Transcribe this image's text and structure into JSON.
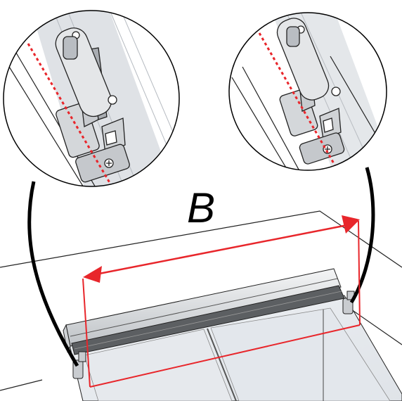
{
  "diagram": {
    "dimension_label": "B",
    "colors": {
      "measure": "#e8262b",
      "outline": "#111111",
      "metal": "#d6d8da",
      "glass": "#e9ecf0",
      "background": "#ffffff"
    },
    "icons": [
      "bracket-detail-left",
      "bracket-detail-right",
      "screw-icon",
      "callout-arc"
    ]
  }
}
